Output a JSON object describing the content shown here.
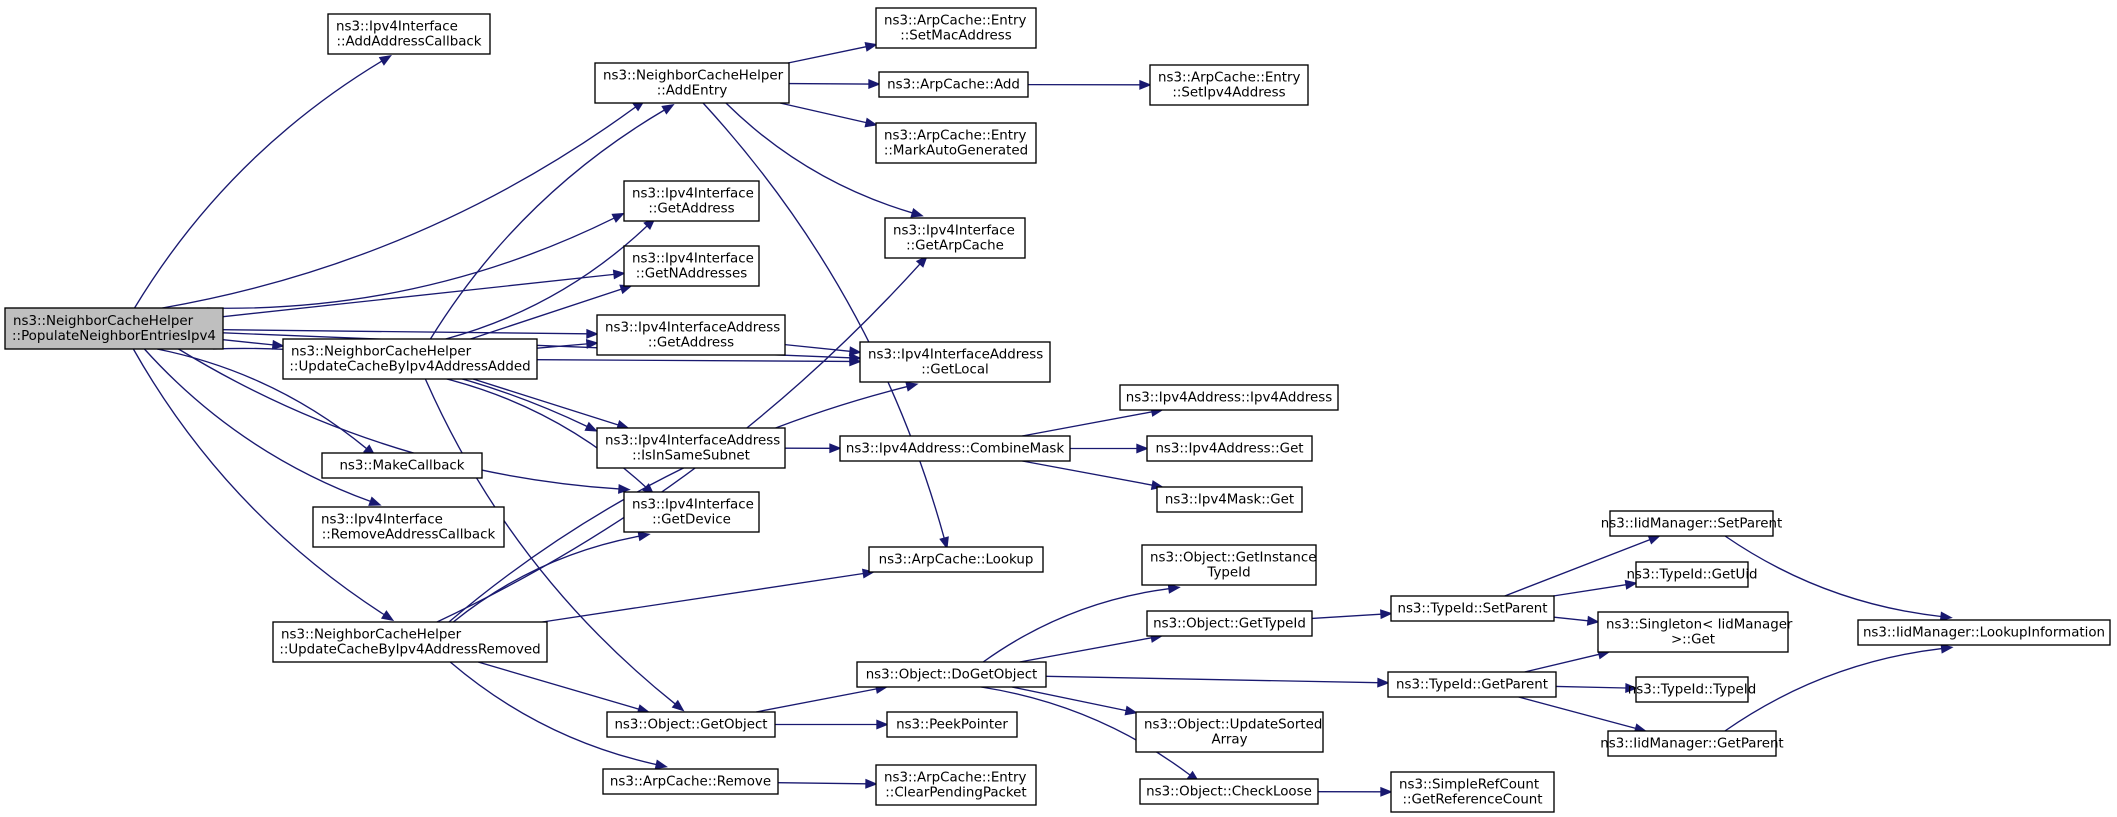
{
  "colors": {
    "edge": "#191970",
    "root_fill": "#bfbfbf",
    "node_fill": "#ffffff",
    "node_border": "#000000"
  },
  "nodes": [
    {
      "id": "root",
      "lines": [
        "ns3::NeighborCacheHelper",
        "::PopulateNeighborEntriesIpv4"
      ],
      "root": true
    },
    {
      "id": "addAddrCb",
      "lines": [
        "ns3::Ipv4Interface",
        "::AddAddressCallback"
      ]
    },
    {
      "id": "addEntry",
      "lines": [
        "ns3::NeighborCacheHelper",
        "::AddEntry"
      ]
    },
    {
      "id": "ifGetAddress",
      "lines": [
        "ns3::Ipv4Interface",
        "::GetAddress"
      ]
    },
    {
      "id": "ifGetNAddr",
      "lines": [
        "ns3::Ipv4Interface",
        "::GetNAddresses"
      ]
    },
    {
      "id": "ifAddrGetAddress",
      "lines": [
        "ns3::Ipv4InterfaceAddress",
        "::GetAddress"
      ]
    },
    {
      "id": "updAdded",
      "lines": [
        "ns3::NeighborCacheHelper",
        "::UpdateCacheByIpv4AddressAdded"
      ]
    },
    {
      "id": "isInSameSubnet",
      "lines": [
        "ns3::Ipv4InterfaceAddress",
        "::IsInSameSubnet"
      ]
    },
    {
      "id": "makeCallback",
      "lines": [
        "ns3::MakeCallback"
      ]
    },
    {
      "id": "ifGetDevice",
      "lines": [
        "ns3::Ipv4Interface",
        "::GetDevice"
      ]
    },
    {
      "id": "removeAddrCb",
      "lines": [
        "ns3::Ipv4Interface",
        "::RemoveAddressCallback"
      ]
    },
    {
      "id": "updRemoved",
      "lines": [
        "ns3::NeighborCacheHelper",
        "::UpdateCacheByIpv4AddressRemoved"
      ]
    },
    {
      "id": "getObject",
      "lines": [
        "ns3::Object::GetObject"
      ]
    },
    {
      "id": "arpRemove",
      "lines": [
        "ns3::ArpCache::Remove"
      ]
    },
    {
      "id": "setMac",
      "lines": [
        "ns3::ArpCache::Entry",
        "::SetMacAddress"
      ]
    },
    {
      "id": "arpAdd",
      "lines": [
        "ns3::ArpCache::Add"
      ]
    },
    {
      "id": "markAuto",
      "lines": [
        "ns3::ArpCache::Entry",
        "::MarkAutoGenerated"
      ]
    },
    {
      "id": "getArpCache",
      "lines": [
        "ns3::Ipv4Interface",
        "::GetArpCache"
      ]
    },
    {
      "id": "getLocal",
      "lines": [
        "ns3::Ipv4InterfaceAddress",
        "::GetLocal"
      ]
    },
    {
      "id": "combineMask",
      "lines": [
        "ns3::Ipv4Address::CombineMask"
      ]
    },
    {
      "id": "arpLookup",
      "lines": [
        "ns3::ArpCache::Lookup"
      ]
    },
    {
      "id": "doGetObject",
      "lines": [
        "ns3::Object::DoGetObject"
      ]
    },
    {
      "id": "peekPointer",
      "lines": [
        "ns3::PeekPointer"
      ]
    },
    {
      "id": "clearPending",
      "lines": [
        "ns3::ArpCache::Entry",
        "::ClearPendingPacket"
      ]
    },
    {
      "id": "setIpv4",
      "lines": [
        "ns3::ArpCache::Entry",
        "::SetIpv4Address"
      ]
    },
    {
      "id": "ipv4AddrCtor",
      "lines": [
        "ns3::Ipv4Address::Ipv4Address"
      ]
    },
    {
      "id": "ipv4AddrGet",
      "lines": [
        "ns3::Ipv4Address::Get"
      ]
    },
    {
      "id": "ipv4MaskGet",
      "lines": [
        "ns3::Ipv4Mask::Get"
      ]
    },
    {
      "id": "getInstanceTypeId",
      "lines": [
        "ns3::Object::GetInstance",
        "TypeId"
      ]
    },
    {
      "id": "objGetTypeId",
      "lines": [
        "ns3::Object::GetTypeId"
      ]
    },
    {
      "id": "updateSorted",
      "lines": [
        "ns3::Object::UpdateSorted",
        "Array"
      ]
    },
    {
      "id": "checkLoose",
      "lines": [
        "ns3::Object::CheckLoose"
      ]
    },
    {
      "id": "tidSetParent",
      "lines": [
        "ns3::TypeId::SetParent"
      ]
    },
    {
      "id": "tidGetParent",
      "lines": [
        "ns3::TypeId::GetParent"
      ]
    },
    {
      "id": "getRefCount",
      "lines": [
        "ns3::SimpleRefCount",
        "::GetReferenceCount"
      ]
    },
    {
      "id": "iidSetParent",
      "lines": [
        "ns3::IidManager::SetParent"
      ]
    },
    {
      "id": "tidGetUid",
      "lines": [
        "ns3::TypeId::GetUid"
      ]
    },
    {
      "id": "singletonGet",
      "lines": [
        "ns3::Singleton< IidManager",
        " >::Get"
      ]
    },
    {
      "id": "tidTypeId",
      "lines": [
        "ns3::TypeId::TypeId"
      ]
    },
    {
      "id": "iidGetParent",
      "lines": [
        "ns3::IidManager::GetParent"
      ]
    },
    {
      "id": "iidLookup",
      "lines": [
        "ns3::IidManager::LookupInformation"
      ]
    }
  ],
  "edges": [
    [
      "root",
      "addAddrCb"
    ],
    [
      "root",
      "addEntry"
    ],
    [
      "root",
      "getLocal"
    ],
    [
      "root",
      "ifGetAddress"
    ],
    [
      "root",
      "ifGetNAddr"
    ],
    [
      "root",
      "ifAddrGetAddress"
    ],
    [
      "root",
      "updAdded"
    ],
    [
      "root",
      "ifGetDevice"
    ],
    [
      "root",
      "makeCallback"
    ],
    [
      "root",
      "removeAddrCb"
    ],
    [
      "root",
      "isInSameSubnet"
    ],
    [
      "root",
      "updRemoved"
    ],
    [
      "updAdded",
      "addEntry"
    ],
    [
      "updAdded",
      "ifGetAddress"
    ],
    [
      "updAdded",
      "ifGetNAddr"
    ],
    [
      "updAdded",
      "ifAddrGetAddress"
    ],
    [
      "updAdded",
      "getLocal"
    ],
    [
      "updAdded",
      "isInSameSubnet"
    ],
    [
      "updAdded",
      "ifGetDevice"
    ],
    [
      "updAdded",
      "getObject"
    ],
    [
      "updRemoved",
      "ifGetDevice"
    ],
    [
      "updRemoved",
      "getArpCache"
    ],
    [
      "updRemoved",
      "getLocal"
    ],
    [
      "updRemoved",
      "arpLookup"
    ],
    [
      "updRemoved",
      "getObject"
    ],
    [
      "updRemoved",
      "arpRemove"
    ],
    [
      "addEntry",
      "setMac"
    ],
    [
      "addEntry",
      "arpAdd"
    ],
    [
      "addEntry",
      "markAuto"
    ],
    [
      "addEntry",
      "getArpCache"
    ],
    [
      "addEntry",
      "arpLookup"
    ],
    [
      "arpAdd",
      "setIpv4"
    ],
    [
      "ifAddrGetAddress",
      "getLocal"
    ],
    [
      "isInSameSubnet",
      "combineMask"
    ],
    [
      "combineMask",
      "ipv4AddrCtor"
    ],
    [
      "combineMask",
      "ipv4AddrGet"
    ],
    [
      "combineMask",
      "ipv4MaskGet"
    ],
    [
      "getObject",
      "doGetObject"
    ],
    [
      "getObject",
      "peekPointer"
    ],
    [
      "arpRemove",
      "clearPending"
    ],
    [
      "doGetObject",
      "getInstanceTypeId"
    ],
    [
      "doGetObject",
      "objGetTypeId"
    ],
    [
      "doGetObject",
      "tidGetParent"
    ],
    [
      "doGetObject",
      "updateSorted"
    ],
    [
      "doGetObject",
      "checkLoose"
    ],
    [
      "objGetTypeId",
      "tidSetParent"
    ],
    [
      "checkLoose",
      "getRefCount"
    ],
    [
      "tidSetParent",
      "iidSetParent"
    ],
    [
      "tidSetParent",
      "tidGetUid"
    ],
    [
      "tidSetParent",
      "singletonGet"
    ],
    [
      "tidGetParent",
      "singletonGet"
    ],
    [
      "tidGetParent",
      "tidTypeId"
    ],
    [
      "tidGetParent",
      "iidGetParent"
    ],
    [
      "iidSetParent",
      "iidLookup"
    ],
    [
      "iidGetParent",
      "iidLookup"
    ]
  ]
}
